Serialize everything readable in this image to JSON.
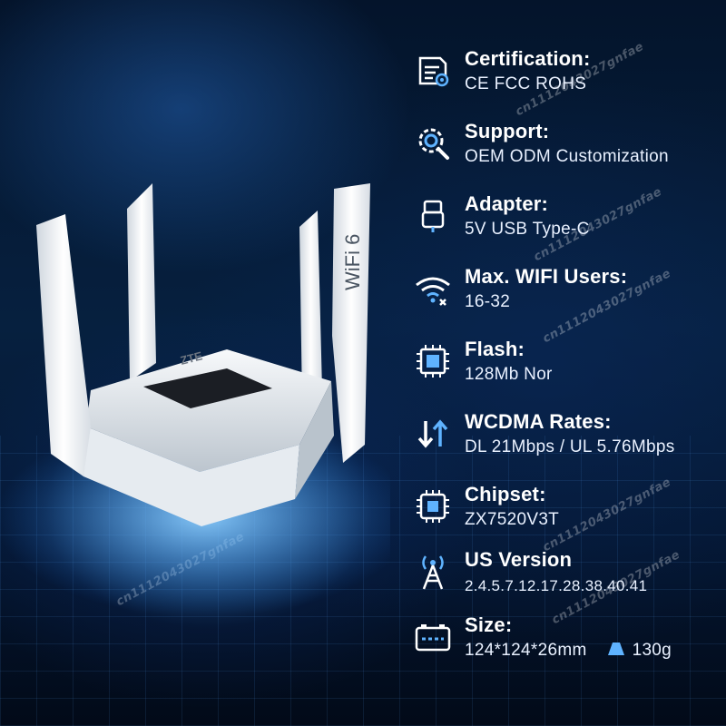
{
  "product": {
    "brand_text": "ZTE",
    "antenna_text": "WiFi 6"
  },
  "watermark_text": "cn1112043027gnfae",
  "specs": [
    {
      "label": "Certification:",
      "value": "CE FCC ROHS",
      "icon": "certificate-icon"
    },
    {
      "label": "Support:",
      "value": "OEM ODM Customization",
      "icon": "gear-search-icon"
    },
    {
      "label": "Adapter:",
      "value": "5V USB Type-C",
      "icon": "usb-c-icon"
    },
    {
      "label": "Max. WIFI Users:",
      "value": "16-32",
      "icon": "wifi-users-icon"
    },
    {
      "label": "Flash:",
      "value": "128Mb Nor",
      "icon": "flash-chip-icon"
    },
    {
      "label": "WCDMA Rates:",
      "value": "DL 21Mbps / UL 5.76Mbps",
      "icon": "up-down-arrows-icon"
    },
    {
      "label": "Chipset:",
      "value": "ZX7520V3T",
      "icon": "chipset-icon"
    },
    {
      "label": "US Version",
      "value": "2.4.5.7.12.17.28.38.40.41",
      "icon": "antenna-tower-icon"
    },
    {
      "label": "Size:",
      "value": "124*124*26mm",
      "weight": "130g",
      "icon": "battery-size-icon"
    }
  ],
  "colors": {
    "accent": "#5fb3ff",
    "text": "#ffffff",
    "background": "#06203f"
  }
}
